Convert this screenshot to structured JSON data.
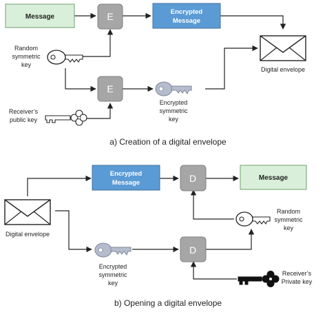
{
  "colors": {
    "message_fill": "#d9efd9",
    "message_stroke": "#6f9f6f",
    "encrypted_fill": "#5b9bd5",
    "encrypted_stroke": "#41719c",
    "op_fill": "#a6a6a6",
    "op_stroke": "#808080",
    "key_gray": "#b4bccd",
    "line": "#222222"
  },
  "part_a": {
    "message": "Message",
    "op1": "E",
    "encrypted_message": [
      "Encrypted",
      "Message"
    ],
    "envelope_label": "Digital envelope",
    "random_key_label": [
      "Random",
      "symmetric",
      "key"
    ],
    "op2": "E",
    "encrypted_key_label": [
      "Encrypted",
      "symmetric",
      "key"
    ],
    "public_key_label": [
      "Receiver’s",
      "public key"
    ],
    "caption": "a) Creation of a digital envelope"
  },
  "part_b": {
    "encrypted_message": [
      "Encrypted",
      "Message"
    ],
    "op1": "D",
    "message": "Message",
    "envelope_label": "Digital envelope",
    "random_key_label": [
      "Random",
      "symmetric",
      "key"
    ],
    "op2": "D",
    "encrypted_key_label": [
      "Encrypted",
      "symmetric",
      "key"
    ],
    "private_key_label": [
      "Receiver’s",
      "Private key"
    ],
    "caption": "b) Opening a digital envelope"
  }
}
